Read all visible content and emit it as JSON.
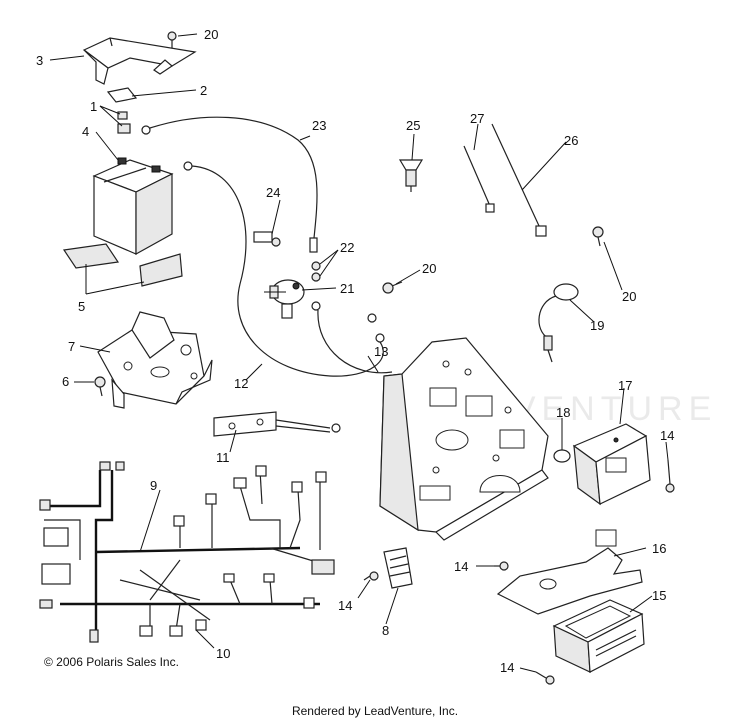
{
  "copyright": "© 2006 Polaris Sales Inc.",
  "footer": "Rendered by LeadVenture, Inc.",
  "watermark": "LEADVENTURE",
  "callouts": {
    "c1": "1",
    "c2": "2",
    "c3": "3",
    "c4": "4",
    "c5": "5",
    "c6": "6",
    "c7": "7",
    "c8": "8",
    "c9": "9",
    "c10": "10",
    "c11": "11",
    "c12": "12",
    "c13": "13",
    "c14a": "14",
    "c14b": "14",
    "c14c": "14",
    "c14d": "14",
    "c15": "15",
    "c16": "16",
    "c17": "17",
    "c18": "18",
    "c19": "19",
    "c20a": "20",
    "c20b": "20",
    "c20c": "20",
    "c21": "21",
    "c22": "22",
    "c23": "23",
    "c24": "24",
    "c25": "25",
    "c26": "26",
    "c27": "27"
  }
}
